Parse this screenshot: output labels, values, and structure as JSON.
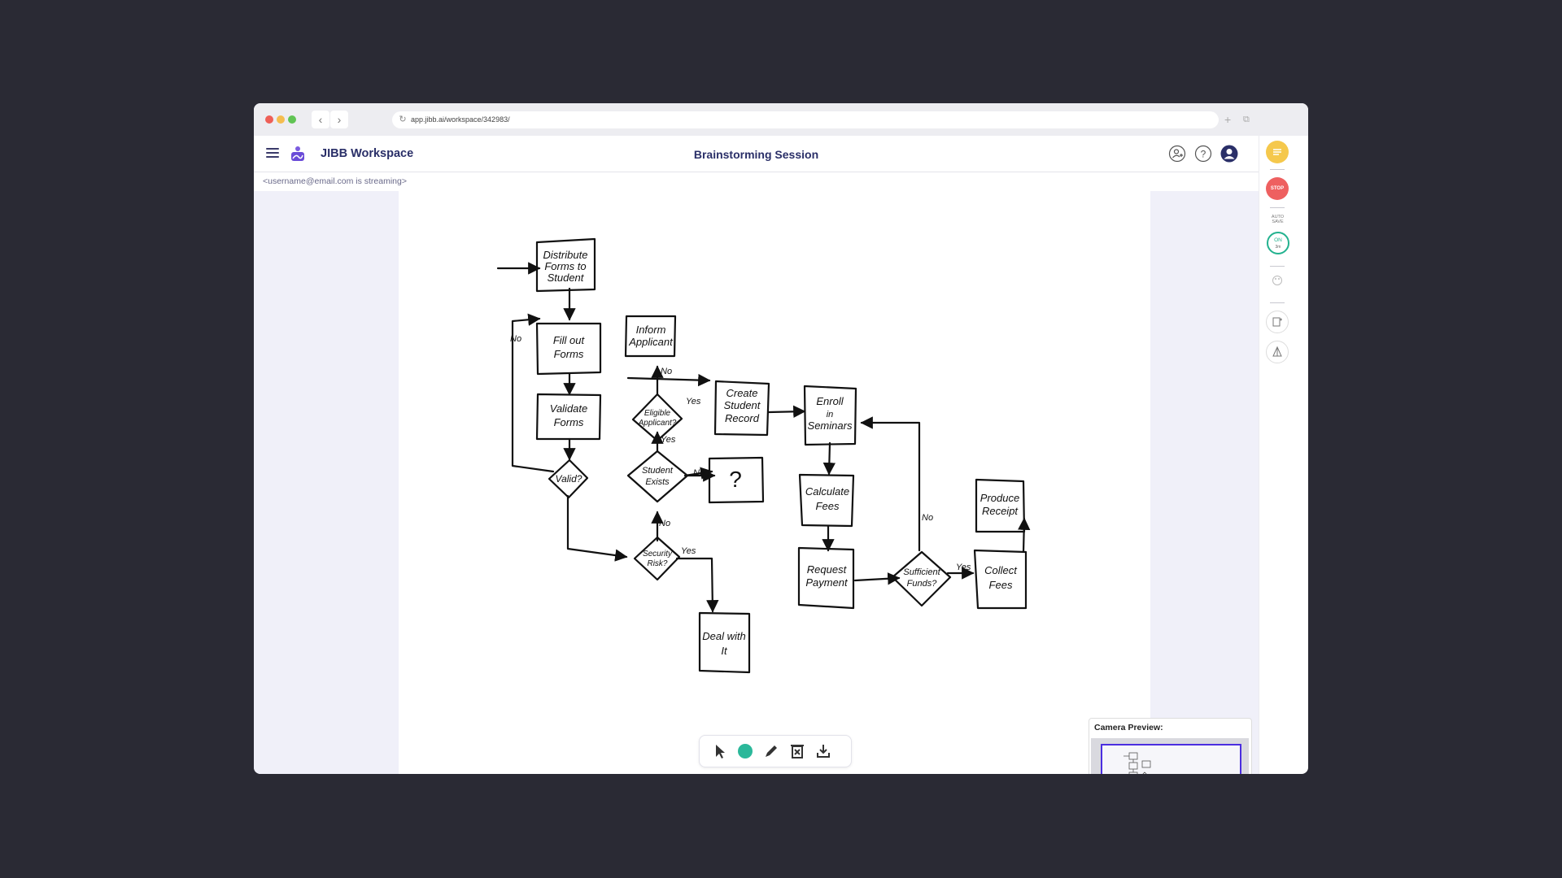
{
  "browser": {
    "url": "app.jibb.ai/workspace/342983/",
    "traffic_colors": [
      "#ee5f57",
      "#f5bd4f",
      "#61c454"
    ]
  },
  "app": {
    "brand": "JIBB Workspace",
    "session_title": "Brainstorming Session",
    "streaming_text": "<username@email.com is streaming>",
    "accent": "#2a2f68"
  },
  "sidebar": {
    "stop_label": "STOP",
    "autosave_label_1": "AUTO",
    "autosave_label_2": "SAVE",
    "autosave_state": "ON",
    "autosave_interval": "3m",
    "colors": {
      "top": "#f5c84c",
      "stop": "#ee6060",
      "autosave": "#23b28f"
    }
  },
  "toolbar": {
    "active_color": "#2bb89a",
    "tools": [
      "pointer-icon",
      "color-swatch",
      "pen-icon",
      "clear-icon",
      "download-icon"
    ]
  },
  "camera": {
    "label": "Camera Preview:"
  },
  "flowchart": {
    "distribute": [
      "Distribute",
      "Forms to",
      "Student"
    ],
    "fill": [
      "Fill out",
      "Forms"
    ],
    "validate": [
      "Validate",
      "Forms"
    ],
    "valid": "Valid?",
    "inform": [
      "Inform",
      "Applicant"
    ],
    "eligible": [
      "Eligible",
      "Applicant?"
    ],
    "create": [
      "Create",
      "Student",
      "Record"
    ],
    "enroll": [
      "Enroll",
      "in",
      "Seminars"
    ],
    "student_exists": [
      "Student",
      "Exists"
    ],
    "question": "?",
    "security": [
      "Security",
      "Risk?"
    ],
    "deal": [
      "Deal with",
      "It"
    ],
    "calculate": [
      "Calculate",
      "Fees"
    ],
    "request": [
      "Request",
      "Payment"
    ],
    "sufficient": [
      "Sufficient",
      "Funds?"
    ],
    "collect": [
      "Collect",
      "Fees"
    ],
    "produce": [
      "Produce",
      "Receipt"
    ],
    "labels": {
      "no_top": "No",
      "no": "No",
      "yes": "Yes",
      "yes2": "Yes",
      "no2": "No",
      "no3": "No",
      "yes3": "Yes",
      "no4": "No",
      "yes4": "Yes"
    }
  }
}
